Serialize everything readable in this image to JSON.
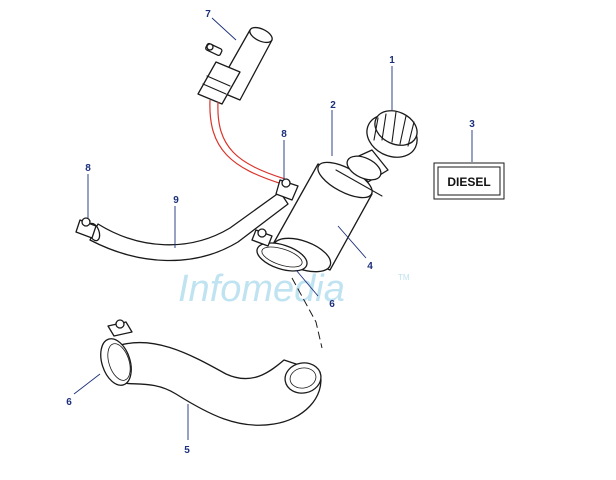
{
  "callouts": {
    "c1": "1",
    "c2": "2",
    "c3": "3",
    "c4": "4",
    "c5": "5",
    "c6a": "6",
    "c6b": "6",
    "c7": "7",
    "c8a": "8",
    "c8b": "8",
    "c9": "9"
  },
  "label_plate": "DIESEL",
  "watermark": {
    "text": "Infomedia",
    "trademark": "TM"
  },
  "colors": {
    "callout": "#1c2f7a",
    "breather_pipe": "#d9342b",
    "watermark": "#bfe3f1"
  }
}
